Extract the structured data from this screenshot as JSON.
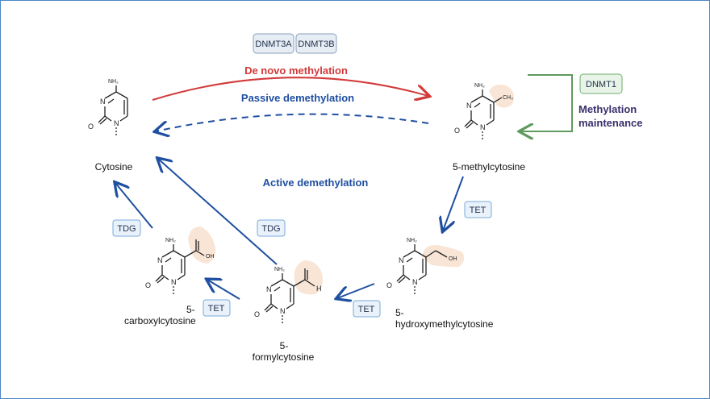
{
  "enzymes": {
    "dnmt3a": "DNMT3A",
    "dnmt3b": "DNMT3B",
    "dnmt1": "DNMT1",
    "tet1": "TET",
    "tet2": "TET",
    "tet3": "TET",
    "tdg1": "TDG",
    "tdg2": "TDG"
  },
  "processes": {
    "de_novo": "De novo methylation",
    "passive": "Passive demethylation",
    "active": "Active demethylation",
    "maintenance_line1": "Methylation",
    "maintenance_line2": "maintenance"
  },
  "molecules": {
    "cytosine": "Cytosine",
    "mc_name": "5-methylcytosine",
    "hmc_line1": "5-",
    "hmc_line2": "hydroxymethylcytosine",
    "fc_line1": "5-",
    "fc_line2": "formylcytosine",
    "cac_line1": "5-",
    "cac_line2": "carboxylcytosine"
  },
  "atoms": {
    "n": "N",
    "o": "O",
    "h": "H",
    "nh2": "NH₂",
    "ch3": "CH₃",
    "oh": "OH"
  },
  "colors": {
    "red": "#d23a3a",
    "blue": "#1f4fa0",
    "green": "#5f9a5f",
    "purple": "#3a2f6b",
    "highlight": "#f6dcc8"
  }
}
